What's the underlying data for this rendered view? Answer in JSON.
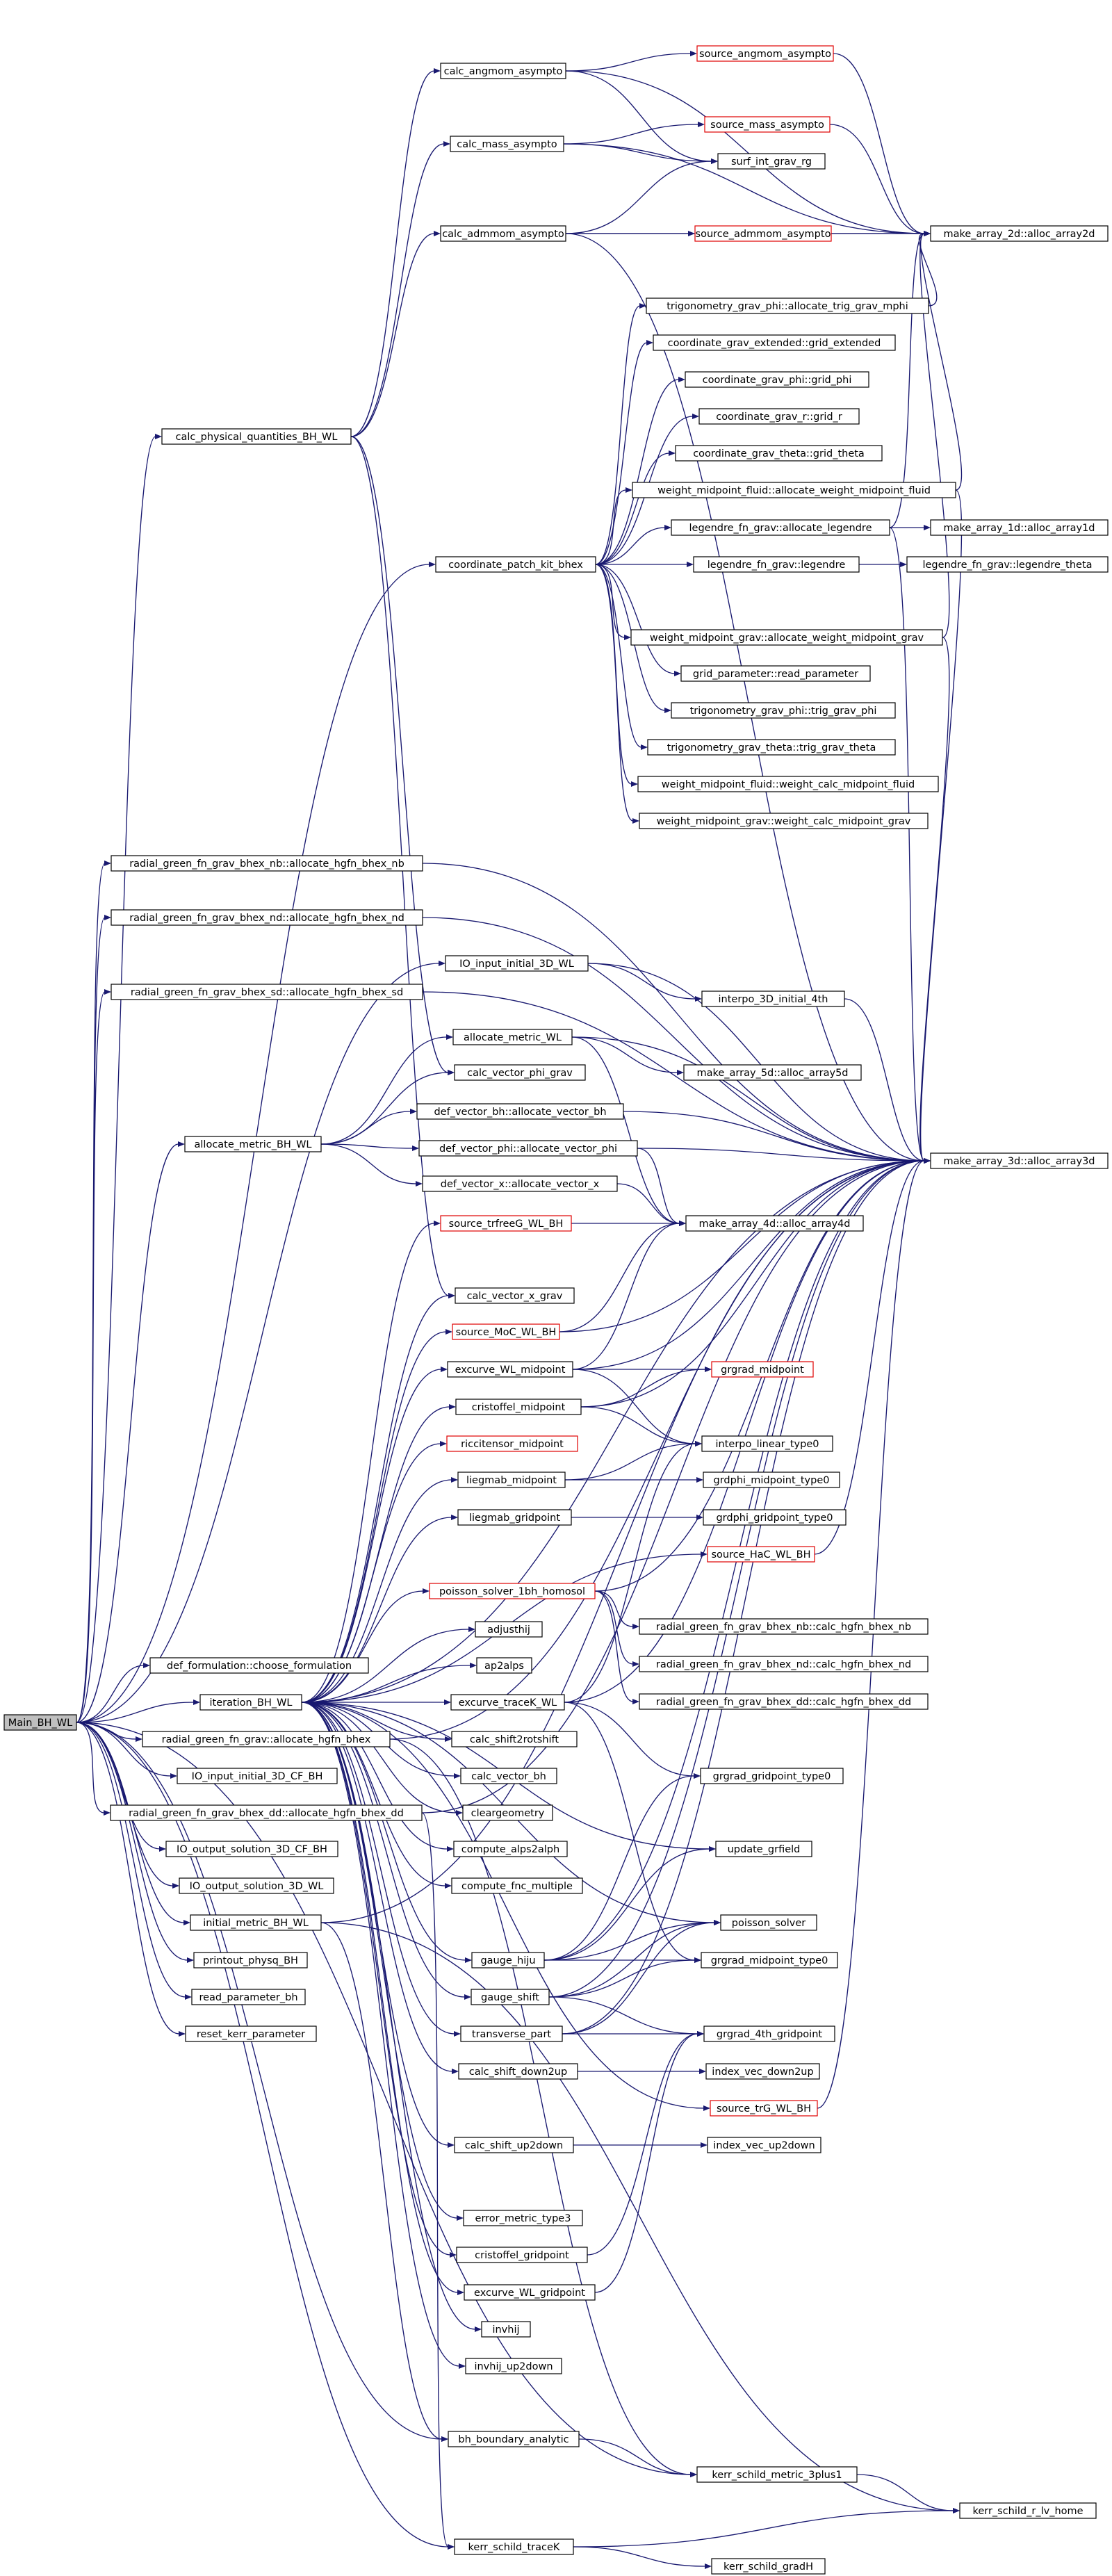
{
  "diagram": {
    "type": "call-graph",
    "root": "Main_BH_WL",
    "colors": {
      "edge": "#191970",
      "node_border": "#000000",
      "truncated_border": "#e00000",
      "root_fill": "#bfbfbf",
      "background": "#ffffff"
    },
    "nodes": [
      {
        "id": "main",
        "label": "Main_BH_WL",
        "root": true
      },
      {
        "id": "cpq",
        "label": "calc_physical_quantities_BH_WL"
      },
      {
        "id": "cangmom",
        "label": "calc_angmom_asympto"
      },
      {
        "id": "cmass",
        "label": "calc_mass_asympto"
      },
      {
        "id": "cadm",
        "label": "calc_admmom_asympto"
      },
      {
        "id": "sang",
        "label": "source_angmom_asympto",
        "truncated": true
      },
      {
        "id": "smass",
        "label": "source_mass_asympto",
        "truncated": true
      },
      {
        "id": "sadm",
        "label": "source_admmom_asympto",
        "truncated": true
      },
      {
        "id": "surf",
        "label": "surf_int_grav_rg"
      },
      {
        "id": "a2d",
        "label": "make_array_2d::alloc_array2d"
      },
      {
        "id": "trigmphi",
        "label": "trigonometry_grav_phi::allocate_trig_grav_mphi"
      },
      {
        "id": "gext",
        "label": "coordinate_grav_extended::grid_extended"
      },
      {
        "id": "gphi",
        "label": "coordinate_grav_phi::grid_phi"
      },
      {
        "id": "gr",
        "label": "coordinate_grav_r::grid_r"
      },
      {
        "id": "gtheta",
        "label": "coordinate_grav_theta::grid_theta"
      },
      {
        "id": "wmfluid",
        "label": "weight_midpoint_fluid::allocate_weight_midpoint_fluid"
      },
      {
        "id": "cpk",
        "label": "coordinate_patch_kit_bhex"
      },
      {
        "id": "lalloc",
        "label": "legendre_fn_grav::allocate_legendre"
      },
      {
        "id": "a1d",
        "label": "make_array_1d::alloc_array1d"
      },
      {
        "id": "leg",
        "label": "legendre_fn_grav::legendre"
      },
      {
        "id": "legth",
        "label": "legendre_fn_grav::legendre_theta"
      },
      {
        "id": "wmgrav",
        "label": "weight_midpoint_grav::allocate_weight_midpoint_grav"
      },
      {
        "id": "rpar",
        "label": "grid_parameter::read_parameter"
      },
      {
        "id": "tphi",
        "label": "trigonometry_grav_phi::trig_grav_phi"
      },
      {
        "id": "ttheta",
        "label": "trigonometry_grav_theta::trig_grav_theta"
      },
      {
        "id": "wcfluid",
        "label": "weight_midpoint_fluid::weight_calc_midpoint_fluid"
      },
      {
        "id": "wcgrav",
        "label": "weight_midpoint_grav::weight_calc_midpoint_grav"
      },
      {
        "id": "nb",
        "label": "radial_green_fn_grav_bhex_nb::allocate_hgfn_bhex_nb"
      },
      {
        "id": "nd",
        "label": "radial_green_fn_grav_bhex_nd::allocate_hgfn_bhex_nd"
      },
      {
        "id": "sd",
        "label": "radial_green_fn_grav_bhex_sd::allocate_hgfn_bhex_sd"
      },
      {
        "id": "ioin",
        "label": "IO_input_initial_3D_WL"
      },
      {
        "id": "interp4",
        "label": "interpo_3D_initial_4th"
      },
      {
        "id": "amw",
        "label": "allocate_metric_WL"
      },
      {
        "id": "a5d",
        "label": "make_array_5d::alloc_array5d"
      },
      {
        "id": "cvphi",
        "label": "calc_vector_phi_grav"
      },
      {
        "id": "amb",
        "label": "allocate_metric_BH_WL"
      },
      {
        "id": "dvbh",
        "label": "def_vector_bh::allocate_vector_bh"
      },
      {
        "id": "dvphi",
        "label": "def_vector_phi::allocate_vector_phi"
      },
      {
        "id": "a3d",
        "label": "make_array_3d::alloc_array3d"
      },
      {
        "id": "dvx",
        "label": "def_vector_x::allocate_vector_x"
      },
      {
        "id": "strf",
        "label": "source_trfreeG_WL_BH",
        "truncated": true
      },
      {
        "id": "a4d",
        "label": "make_array_4d::alloc_array4d"
      },
      {
        "id": "cvx",
        "label": "calc_vector_x_grav"
      },
      {
        "id": "smoc",
        "label": "source_MoC_WL_BH",
        "truncated": true
      },
      {
        "id": "exmid",
        "label": "excurve_WL_midpoint"
      },
      {
        "id": "grmid",
        "label": "grgrad_midpoint",
        "truncated": true
      },
      {
        "id": "crmid",
        "label": "cristoffel_midpoint"
      },
      {
        "id": "ricci",
        "label": "riccitensor_midpoint",
        "truncated": true
      },
      {
        "id": "ilin",
        "label": "interpo_linear_type0"
      },
      {
        "id": "lgmid",
        "label": "liegmab_midpoint"
      },
      {
        "id": "gdmid",
        "label": "grdphi_midpoint_type0"
      },
      {
        "id": "lggrid",
        "label": "liegmab_gridpoint"
      },
      {
        "id": "gdgrid",
        "label": "grdphi_gridpoint_type0"
      },
      {
        "id": "shac",
        "label": "source_HaC_WL_BH",
        "truncated": true
      },
      {
        "id": "poisbh",
        "label": "poisson_solver_1bh_homosol",
        "truncated": true
      },
      {
        "id": "cnb",
        "label": "radial_green_fn_grav_bhex_nb::calc_hgfn_bhex_nb"
      },
      {
        "id": "adj",
        "label": "adjusthij"
      },
      {
        "id": "cnd",
        "label": "radial_green_fn_grav_bhex_nd::calc_hgfn_bhex_nd"
      },
      {
        "id": "deform",
        "label": "def_formulation::choose_formulation"
      },
      {
        "id": "ap2",
        "label": "ap2alps"
      },
      {
        "id": "cdd",
        "label": "radial_green_fn_grav_bhex_dd::calc_hgfn_bhex_dd"
      },
      {
        "id": "itb",
        "label": "iteration_BH_WL"
      },
      {
        "id": "extr",
        "label": "excurve_traceK_WL"
      },
      {
        "id": "rgbhex",
        "label": "radial_green_fn_grav::allocate_hgfn_bhex"
      },
      {
        "id": "cs2",
        "label": "calc_shift2rotshift"
      },
      {
        "id": "ioinCF",
        "label": "IO_input_initial_3D_CF_BH"
      },
      {
        "id": "cvbh",
        "label": "calc_vector_bh"
      },
      {
        "id": "ggrid",
        "label": "grgrad_gridpoint_type0"
      },
      {
        "id": "dd",
        "label": "radial_green_fn_grav_bhex_dd::allocate_hgfn_bhex_dd"
      },
      {
        "id": "clg",
        "label": "cleargeometry"
      },
      {
        "id": "iooutCF",
        "label": "IO_output_solution_3D_CF_BH"
      },
      {
        "id": "ca2",
        "label": "compute_alps2alph"
      },
      {
        "id": "ufield",
        "label": "update_grfield"
      },
      {
        "id": "ioout",
        "label": "IO_output_solution_3D_WL"
      },
      {
        "id": "cfnc",
        "label": "compute_fnc_multiple"
      },
      {
        "id": "imb",
        "label": "initial_metric_BH_WL"
      },
      {
        "id": "pois",
        "label": "poisson_solver"
      },
      {
        "id": "ghiju",
        "label": "gauge_hiju"
      },
      {
        "id": "prt",
        "label": "printout_physq_BH"
      },
      {
        "id": "gmidt",
        "label": "grgrad_midpoint_type0"
      },
      {
        "id": "gshift",
        "label": "gauge_shift"
      },
      {
        "id": "rpbh",
        "label": "read_parameter_bh"
      },
      {
        "id": "tpart",
        "label": "transverse_part"
      },
      {
        "id": "g4th",
        "label": "grgrad_4th_gridpoint"
      },
      {
        "id": "rkerr",
        "label": "reset_kerr_parameter"
      },
      {
        "id": "csd2u",
        "label": "calc_shift_down2up"
      },
      {
        "id": "ivd2u",
        "label": "index_vec_down2up"
      },
      {
        "id": "strg",
        "label": "source_trG_WL_BH",
        "truncated": true
      },
      {
        "id": "csu2d",
        "label": "calc_shift_up2down"
      },
      {
        "id": "ivu2d",
        "label": "index_vec_up2down"
      },
      {
        "id": "emt3",
        "label": "error_metric_type3"
      },
      {
        "id": "crgrid",
        "label": "cristoffel_gridpoint"
      },
      {
        "id": "exgrid",
        "label": "excurve_WL_gridpoint"
      },
      {
        "id": "invhij",
        "label": "invhij"
      },
      {
        "id": "invhu2d",
        "label": "invhij_up2down"
      },
      {
        "id": "bhba",
        "label": "bh_boundary_analytic"
      },
      {
        "id": "ks3",
        "label": "kerr_schild_metric_3plus1"
      },
      {
        "id": "ksr",
        "label": "kerr_schild_r_lv_home"
      },
      {
        "id": "kstr",
        "label": "kerr_schild_traceK"
      },
      {
        "id": "ksgrad",
        "label": "kerr_schild_gradH"
      }
    ],
    "edges": [
      [
        "main",
        "cpq"
      ],
      [
        "main",
        "cpk"
      ],
      [
        "main",
        "nb"
      ],
      [
        "main",
        "nd"
      ],
      [
        "main",
        "sd"
      ],
      [
        "main",
        "amb"
      ],
      [
        "main",
        "deform"
      ],
      [
        "main",
        "itb"
      ],
      [
        "main",
        "rgbhex"
      ],
      [
        "main",
        "ioinCF"
      ],
      [
        "main",
        "dd"
      ],
      [
        "main",
        "iooutCF"
      ],
      [
        "main",
        "ioout"
      ],
      [
        "main",
        "imb"
      ],
      [
        "main",
        "prt"
      ],
      [
        "main",
        "rpbh"
      ],
      [
        "main",
        "rkerr"
      ],
      [
        "main",
        "ioin"
      ],
      [
        "main",
        "bhba"
      ],
      [
        "main",
        "ks3"
      ],
      [
        "main",
        "kstr"
      ],
      [
        "cpq",
        "cangmom"
      ],
      [
        "cpq",
        "cmass"
      ],
      [
        "cpq",
        "cadm"
      ],
      [
        "cpq",
        "cvphi"
      ],
      [
        "cpq",
        "cvx"
      ],
      [
        "cangmom",
        "sang"
      ],
      [
        "cangmom",
        "surf"
      ],
      [
        "cangmom",
        "a2d"
      ],
      [
        "cmass",
        "smass"
      ],
      [
        "cmass",
        "surf"
      ],
      [
        "cmass",
        "a2d"
      ],
      [
        "cadm",
        "sadm"
      ],
      [
        "cadm",
        "surf"
      ],
      [
        "cadm",
        "a2d"
      ],
      [
        "cadm",
        "a3d"
      ],
      [
        "sang",
        "a2d"
      ],
      [
        "smass",
        "a2d"
      ],
      [
        "sadm",
        "a2d"
      ],
      [
        "cpk",
        "trigmphi"
      ],
      [
        "cpk",
        "gext"
      ],
      [
        "cpk",
        "gphi"
      ],
      [
        "cpk",
        "gr"
      ],
      [
        "cpk",
        "gtheta"
      ],
      [
        "cpk",
        "wmfluid"
      ],
      [
        "cpk",
        "lalloc"
      ],
      [
        "cpk",
        "leg"
      ],
      [
        "cpk",
        "wmgrav"
      ],
      [
        "cpk",
        "rpar"
      ],
      [
        "cpk",
        "tphi"
      ],
      [
        "cpk",
        "ttheta"
      ],
      [
        "cpk",
        "wcfluid"
      ],
      [
        "cpk",
        "wcgrav"
      ],
      [
        "trigmphi",
        "a2d"
      ],
      [
        "wmfluid",
        "a2d"
      ],
      [
        "wmfluid",
        "a3d"
      ],
      [
        "wmgrav",
        "a3d"
      ],
      [
        "wmgrav",
        "a2d"
      ],
      [
        "lalloc",
        "a1d"
      ],
      [
        "lalloc",
        "a2d"
      ],
      [
        "lalloc",
        "a3d"
      ],
      [
        "leg",
        "legth"
      ],
      [
        "nb",
        "a3d"
      ],
      [
        "nd",
        "a3d"
      ],
      [
        "sd",
        "a3d"
      ],
      [
        "ioin",
        "interp4"
      ],
      [
        "ioin",
        "a3d"
      ],
      [
        "interp4",
        "a3d"
      ],
      [
        "amb",
        "amw"
      ],
      [
        "amb",
        "cvphi"
      ],
      [
        "amb",
        "dvbh"
      ],
      [
        "amb",
        "dvphi"
      ],
      [
        "amb",
        "dvx"
      ],
      [
        "amw",
        "a5d"
      ],
      [
        "amw",
        "a3d"
      ],
      [
        "amw",
        "a4d"
      ],
      [
        "dvbh",
        "a3d"
      ],
      [
        "dvphi",
        "a3d"
      ],
      [
        "dvphi",
        "a4d"
      ],
      [
        "dvx",
        "a4d"
      ],
      [
        "strf",
        "a4d"
      ],
      [
        "smoc",
        "a4d"
      ],
      [
        "smoc",
        "a3d"
      ],
      [
        "exmid",
        "grmid"
      ],
      [
        "exmid",
        "ilin"
      ],
      [
        "exmid",
        "a3d"
      ],
      [
        "exmid",
        "a4d"
      ],
      [
        "crmid",
        "grmid"
      ],
      [
        "crmid",
        "ilin"
      ],
      [
        "crmid",
        "a3d"
      ],
      [
        "lgmid",
        "ilin"
      ],
      [
        "lgmid",
        "gdmid"
      ],
      [
        "lggrid",
        "gdgrid"
      ],
      [
        "shac",
        "a3d"
      ],
      [
        "poisbh",
        "cnb"
      ],
      [
        "poisbh",
        "cnd"
      ],
      [
        "poisbh",
        "cdd"
      ],
      [
        "poisbh",
        "a3d"
      ],
      [
        "itb",
        "strf"
      ],
      [
        "itb",
        "cvx"
      ],
      [
        "itb",
        "smoc"
      ],
      [
        "itb",
        "exmid"
      ],
      [
        "itb",
        "crmid"
      ],
      [
        "itb",
        "ricci"
      ],
      [
        "itb",
        "lgmid"
      ],
      [
        "itb",
        "lggrid"
      ],
      [
        "itb",
        "shac"
      ],
      [
        "itb",
        "poisbh"
      ],
      [
        "itb",
        "adj"
      ],
      [
        "itb",
        "ap2"
      ],
      [
        "itb",
        "extr"
      ],
      [
        "itb",
        "cs2"
      ],
      [
        "itb",
        "cvbh"
      ],
      [
        "itb",
        "clg"
      ],
      [
        "itb",
        "ca2"
      ],
      [
        "itb",
        "cfnc"
      ],
      [
        "itb",
        "ghiju"
      ],
      [
        "itb",
        "gshift"
      ],
      [
        "itb",
        "tpart"
      ],
      [
        "itb",
        "csd2u"
      ],
      [
        "itb",
        "strg"
      ],
      [
        "itb",
        "csu2d"
      ],
      [
        "itb",
        "emt3"
      ],
      [
        "itb",
        "crgrid"
      ],
      [
        "itb",
        "exgrid"
      ],
      [
        "itb",
        "invhij"
      ],
      [
        "itb",
        "invhu2d"
      ],
      [
        "itb",
        "a3d"
      ],
      [
        "itb",
        "ufield"
      ],
      [
        "itb",
        "pois"
      ],
      [
        "extr",
        "ilin"
      ],
      [
        "extr",
        "ggrid"
      ],
      [
        "extr",
        "gmidt"
      ],
      [
        "extr",
        "a3d"
      ],
      [
        "rgbhex",
        "a3d"
      ],
      [
        "rgbhex",
        "ks3"
      ],
      [
        "dd",
        "a3d"
      ],
      [
        "dd",
        "kstr"
      ],
      [
        "imb",
        "a3d"
      ],
      [
        "imb",
        "bhba"
      ],
      [
        "imb",
        "ksr"
      ],
      [
        "ghiju",
        "ufield"
      ],
      [
        "ghiju",
        "pois"
      ],
      [
        "ghiju",
        "gmidt"
      ],
      [
        "ghiju",
        "ggrid"
      ],
      [
        "ghiju",
        "a3d"
      ],
      [
        "gshift",
        "pois"
      ],
      [
        "gshift",
        "gmidt"
      ],
      [
        "gshift",
        "g4th"
      ],
      [
        "gshift",
        "a3d"
      ],
      [
        "tpart",
        "pois"
      ],
      [
        "tpart",
        "g4th"
      ],
      [
        "tpart",
        "a3d"
      ],
      [
        "csd2u",
        "ivd2u"
      ],
      [
        "csu2d",
        "ivu2d"
      ],
      [
        "strg",
        "a3d"
      ],
      [
        "crgrid",
        "g4th"
      ],
      [
        "exgrid",
        "g4th"
      ],
      [
        "bhba",
        "ks3"
      ],
      [
        "ks3",
        "ksr"
      ],
      [
        "kstr",
        "ksr"
      ],
      [
        "kstr",
        "ksgrad"
      ]
    ]
  }
}
